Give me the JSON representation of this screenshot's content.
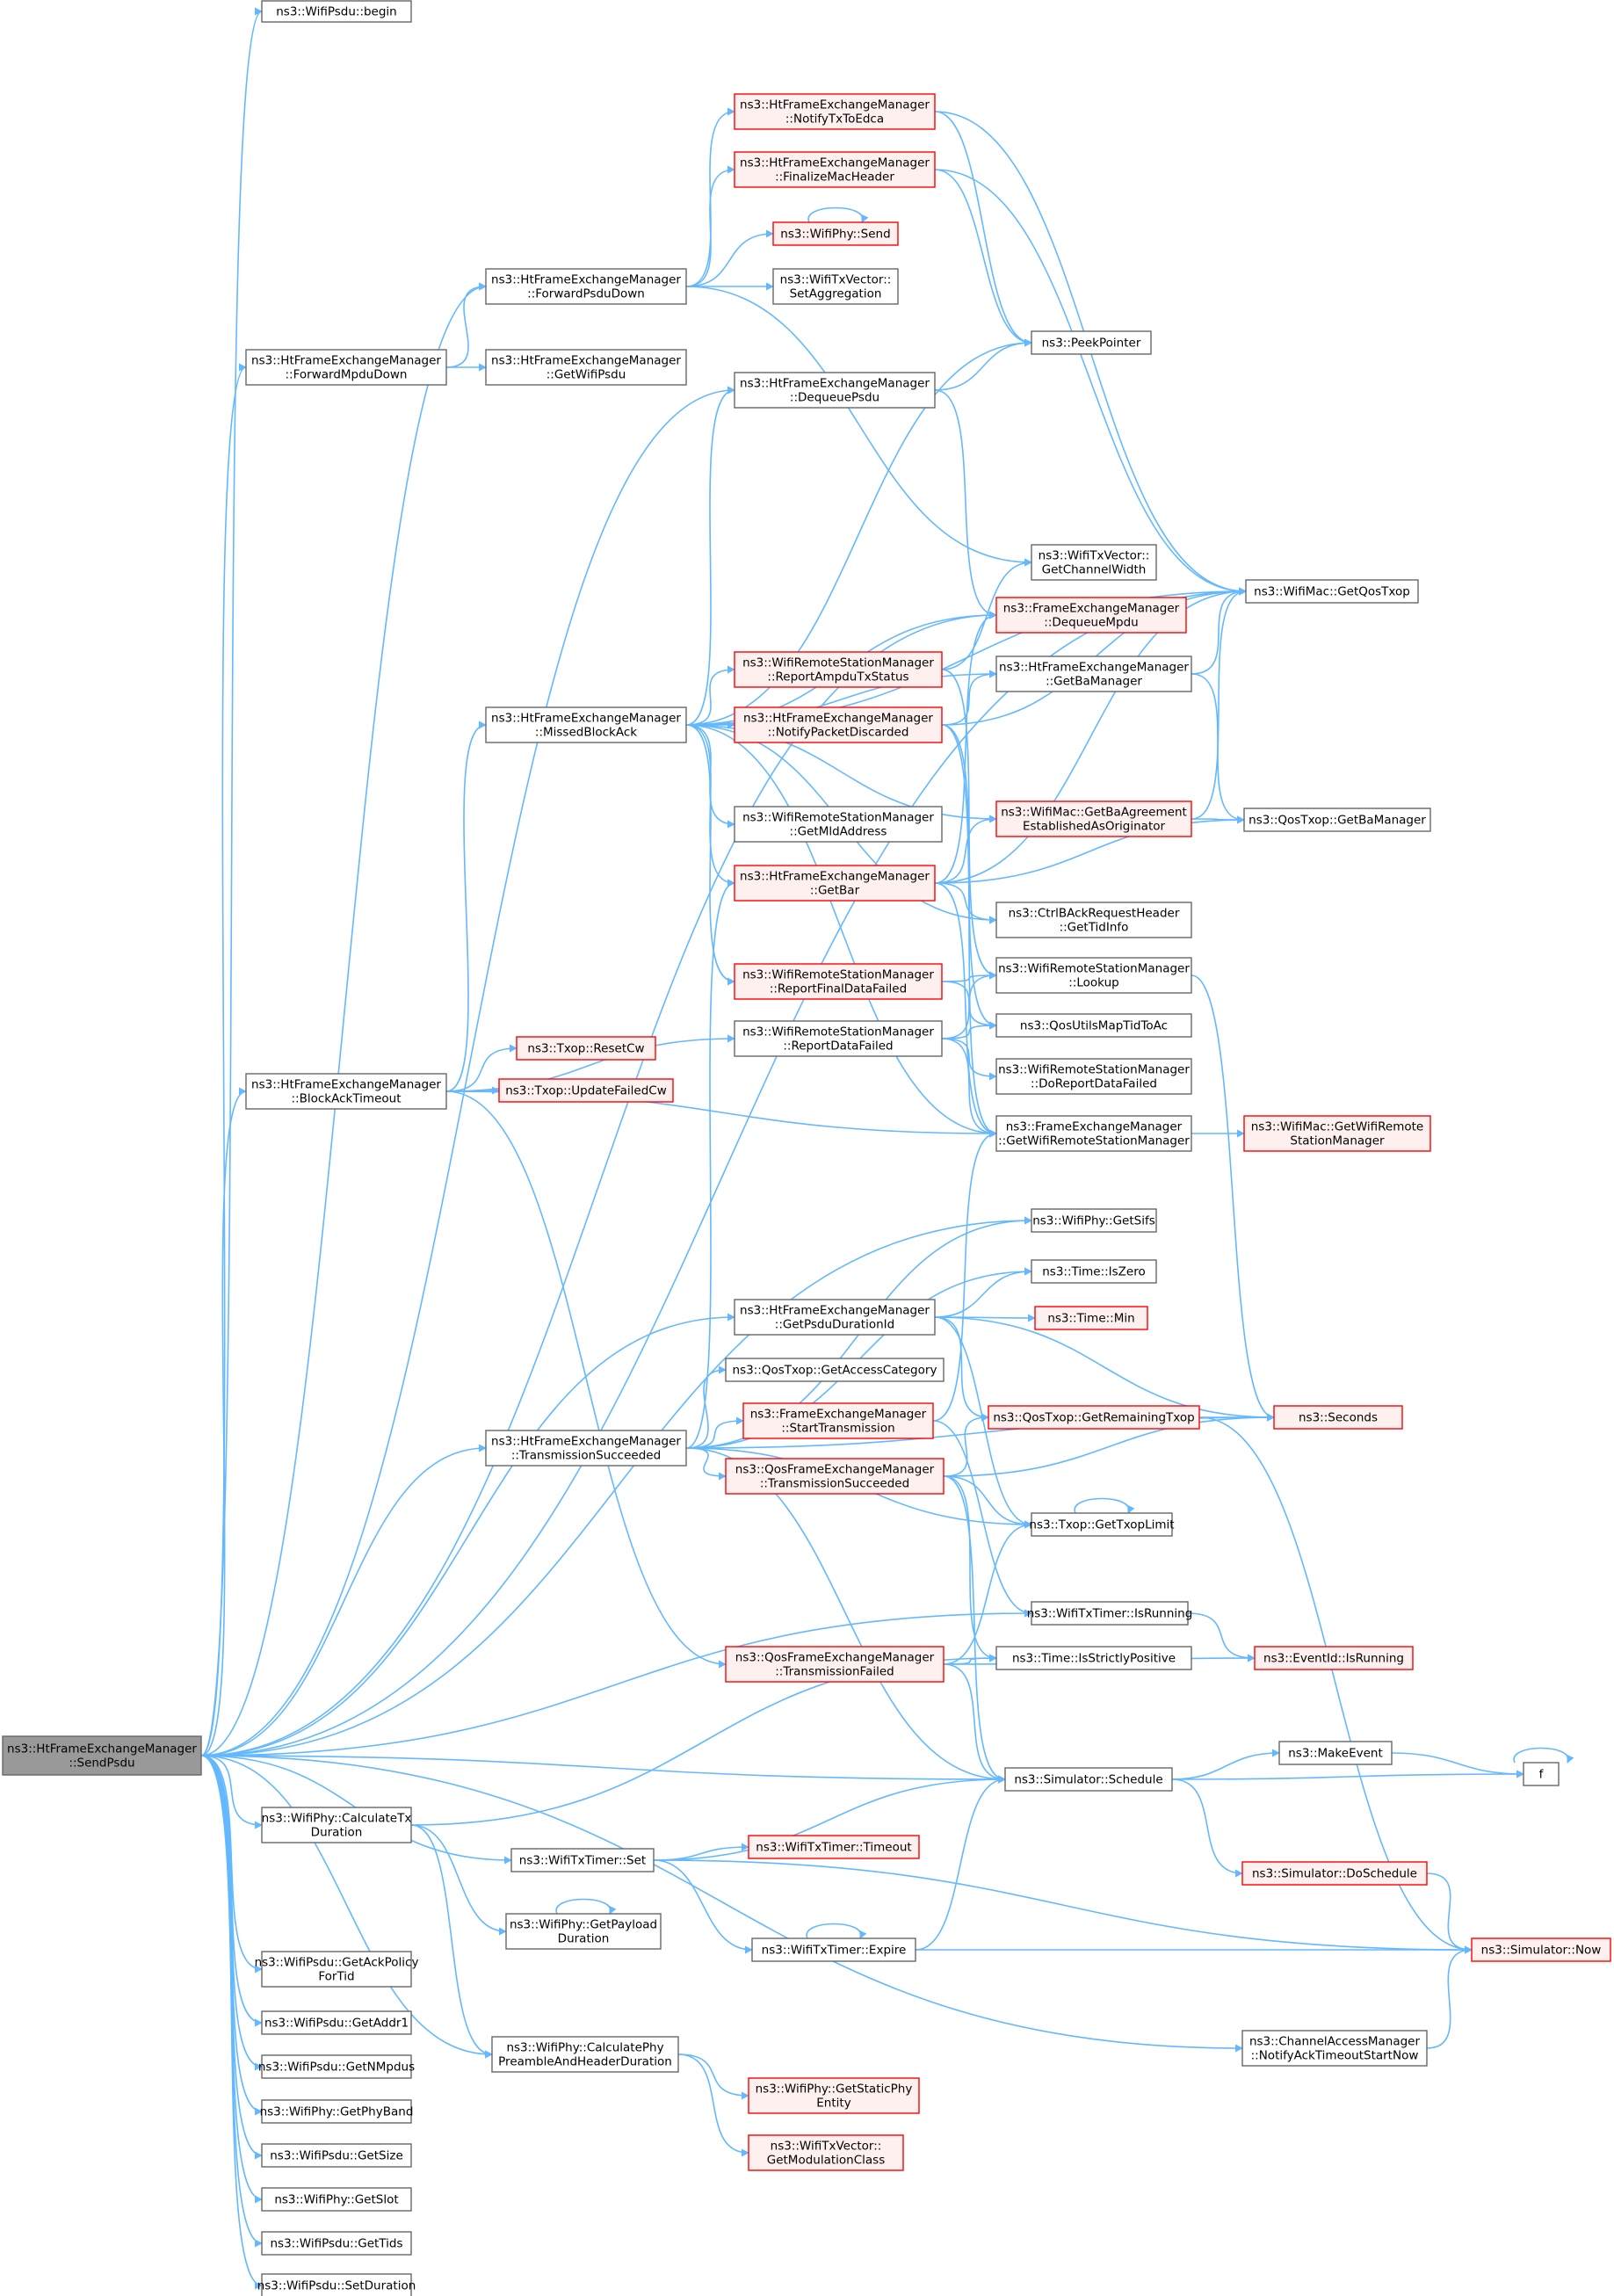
{
  "colors": {
    "edge": "#63b8ff",
    "node_border": "#666666",
    "node_border_red": "#ff0000",
    "node_fill_red": "#fff0f0",
    "root_fill": "#999999"
  },
  "nodes": {
    "sendpsdu": {
      "lines": [
        "ns3::HtFrameExchangeManager",
        "::SendPsdu"
      ],
      "style": "root"
    },
    "begin": {
      "lines": [
        "ns3::WifiPsdu::begin"
      ],
      "style": "normal"
    },
    "forwardpsdudown": {
      "lines": [
        "ns3::HtFrameExchangeManager",
        "::ForwardPsduDown"
      ],
      "style": "normal"
    },
    "forwardmpdudown": {
      "lines": [
        "ns3::HtFrameExchangeManager",
        "::ForwardMpduDown"
      ],
      "style": "normal"
    },
    "getwifipsdu": {
      "lines": [
        "ns3::HtFrameExchangeManager",
        "::GetWifiPsdu"
      ],
      "style": "normal"
    },
    "notifytxtoedca": {
      "lines": [
        "ns3::HtFrameExchangeManager",
        "::NotifyTxToEdca"
      ],
      "style": "red"
    },
    "finalizemacheader": {
      "lines": [
        "ns3::HtFrameExchangeManager",
        "::FinalizeMacHeader"
      ],
      "style": "red"
    },
    "wifiphysend": {
      "lines": [
        "ns3::WifiPhy::Send"
      ],
      "style": "red"
    },
    "setaggregation": {
      "lines": [
        "ns3::WifiTxVector::",
        "SetAggregation"
      ],
      "style": "normal"
    },
    "peekpointer": {
      "lines": [
        "ns3::PeekPointer"
      ],
      "style": "normal"
    },
    "dequeuepsdu": {
      "lines": [
        "ns3::HtFrameExchangeManager",
        "::DequeuePsdu"
      ],
      "style": "normal"
    },
    "getchannelwidth": {
      "lines": [
        "ns3::WifiTxVector::",
        "GetChannelWidth"
      ],
      "style": "normal"
    },
    "dequeuempdu": {
      "lines": [
        "ns3::FrameExchangeManager",
        "::DequeueMpdu"
      ],
      "style": "red"
    },
    "getqostxop": {
      "lines": [
        "ns3::WifiMac::GetQosTxop"
      ],
      "style": "normal"
    },
    "reportampdutxstatus": {
      "lines": [
        "ns3::WifiRemoteStationManager",
        "::ReportAmpduTxStatus"
      ],
      "style": "red"
    },
    "htgetbamanager": {
      "lines": [
        "ns3::HtFrameExchangeManager",
        "::GetBaManager"
      ],
      "style": "normal"
    },
    "missedblockack": {
      "lines": [
        "ns3::HtFrameExchangeManager",
        "::MissedBlockAck"
      ],
      "style": "normal"
    },
    "notifypacketdiscarded": {
      "lines": [
        "ns3::HtFrameExchangeManager",
        "::NotifyPacketDiscarded"
      ],
      "style": "red"
    },
    "getbaagreement": {
      "lines": [
        "ns3::WifiMac::GetBaAgreement",
        "EstablishedAsOriginator"
      ],
      "style": "red"
    },
    "qosgetbamanager": {
      "lines": [
        "ns3::QosTxop::GetBaManager"
      ],
      "style": "normal"
    },
    "getmldaddress": {
      "lines": [
        "ns3::WifiRemoteStationManager",
        "::GetMldAddress"
      ],
      "style": "normal"
    },
    "getbar": {
      "lines": [
        "ns3::HtFrameExchangeManager",
        "::GetBar"
      ],
      "style": "red"
    },
    "gettidinfo": {
      "lines": [
        "ns3::CtrlBAckRequestHeader",
        "::GetTidInfo"
      ],
      "style": "normal"
    },
    "reportfinaldatafailed": {
      "lines": [
        "ns3::WifiRemoteStationManager",
        "::ReportFinalDataFailed"
      ],
      "style": "red"
    },
    "lookup": {
      "lines": [
        "ns3::WifiRemoteStationManager",
        "::Lookup"
      ],
      "style": "normal"
    },
    "qosutilsmaptidtoac": {
      "lines": [
        "ns3::QosUtilsMapTidToAc"
      ],
      "style": "normal"
    },
    "reportdatafailed": {
      "lines": [
        "ns3::WifiRemoteStationManager",
        "::ReportDataFailed"
      ],
      "style": "normal"
    },
    "blockacktimeout": {
      "lines": [
        "ns3::HtFrameExchangeManager",
        "::BlockAckTimeout"
      ],
      "style": "normal"
    },
    "resetcw": {
      "lines": [
        "ns3::Txop::ResetCw"
      ],
      "style": "red"
    },
    "updatefailedcw": {
      "lines": [
        "ns3::Txop::UpdateFailedCw"
      ],
      "style": "red"
    },
    "doreportdatafailed": {
      "lines": [
        "ns3::WifiRemoteStationManager",
        "::DoReportDataFailed"
      ],
      "style": "normal"
    },
    "getwifiremotestationmanager": {
      "lines": [
        "ns3::FrameExchangeManager",
        "::GetWifiRemoteStationManager"
      ],
      "style": "normal"
    },
    "macgetwifiremote": {
      "lines": [
        "ns3::WifiMac::GetWifiRemote",
        "StationManager"
      ],
      "style": "red"
    },
    "getsifs": {
      "lines": [
        "ns3::WifiPhy::GetSifs"
      ],
      "style": "normal"
    },
    "iszero": {
      "lines": [
        "ns3::Time::IsZero"
      ],
      "style": "normal"
    },
    "getpsdudurationid": {
      "lines": [
        "ns3::HtFrameExchangeManager",
        "::GetPsduDurationId"
      ],
      "style": "normal"
    },
    "timemin": {
      "lines": [
        "ns3::Time::Min"
      ],
      "style": "red"
    },
    "getaccesscategory": {
      "lines": [
        "ns3::QosTxop::GetAccessCategory"
      ],
      "style": "normal"
    },
    "starttransmission": {
      "lines": [
        "ns3::FrameExchangeManager",
        "::StartTransmission"
      ],
      "style": "red"
    },
    "getremainingtxop": {
      "lines": [
        "ns3::QosTxop::GetRemainingTxop"
      ],
      "style": "red"
    },
    "seconds": {
      "lines": [
        "ns3::Seconds"
      ],
      "style": "red"
    },
    "httransmissionsucceeded": {
      "lines": [
        "ns3::HtFrameExchangeManager",
        "::TransmissionSucceeded"
      ],
      "style": "normal"
    },
    "qostransmissionsucceeded": {
      "lines": [
        "ns3::QosFrameExchangeManager",
        "::TransmissionSucceeded"
      ],
      "style": "red"
    },
    "gettxoplimit": {
      "lines": [
        "ns3::Txop::GetTxopLimit"
      ],
      "style": "normal"
    },
    "txtimerisrunning": {
      "lines": [
        "ns3::WifiTxTimer::IsRunning"
      ],
      "style": "normal"
    },
    "qostransmissionfailed": {
      "lines": [
        "ns3::QosFrameExchangeManager",
        "::TransmissionFailed"
      ],
      "style": "red"
    },
    "isstrictlypositive": {
      "lines": [
        "ns3::Time::IsStrictlyPositive"
      ],
      "style": "normal"
    },
    "eventidisrunning": {
      "lines": [
        "ns3::EventId::IsRunning"
      ],
      "style": "red"
    },
    "makeevent": {
      "lines": [
        "ns3::MakeEvent"
      ],
      "style": "normal"
    },
    "f": {
      "lines": [
        "f"
      ],
      "style": "normal"
    },
    "schedule": {
      "lines": [
        "ns3::Simulator::Schedule"
      ],
      "style": "normal"
    },
    "calculatetxduration": {
      "lines": [
        "ns3::WifiPhy::CalculateTx",
        "Duration"
      ],
      "style": "normal"
    },
    "txtimerset": {
      "lines": [
        "ns3::WifiTxTimer::Set"
      ],
      "style": "normal"
    },
    "timeout": {
      "lines": [
        "ns3::WifiTxTimer::Timeout"
      ],
      "style": "red"
    },
    "doschedule": {
      "lines": [
        "ns3::Simulator::DoSchedule"
      ],
      "style": "red"
    },
    "getpayloadduration": {
      "lines": [
        "ns3::WifiPhy::GetPayload",
        "Duration"
      ],
      "style": "normal"
    },
    "expire": {
      "lines": [
        "ns3::WifiTxTimer::Expire"
      ],
      "style": "normal"
    },
    "now": {
      "lines": [
        "ns3::Simulator::Now"
      ],
      "style": "red"
    },
    "getackpolicyfortid": {
      "lines": [
        "ns3::WifiPsdu::GetAckPolicy",
        "ForTid"
      ],
      "style": "normal"
    },
    "getaddr1": {
      "lines": [
        "ns3::WifiPsdu::GetAddr1"
      ],
      "style": "normal"
    },
    "notifyacktimeoutstartnow": {
      "lines": [
        "ns3::ChannelAccessManager",
        "::NotifyAckTimeoutStartNow"
      ],
      "style": "normal"
    },
    "getnmpdus": {
      "lines": [
        "ns3::WifiPsdu::GetNMpdus"
      ],
      "style": "normal"
    },
    "calculatephypreamble": {
      "lines": [
        "ns3::WifiPhy::CalculatePhy",
        "PreambleAndHeaderDuration"
      ],
      "style": "normal"
    },
    "getstaticphyentity": {
      "lines": [
        "ns3::WifiPhy::GetStaticPhy",
        "Entity"
      ],
      "style": "red"
    },
    "getphyband": {
      "lines": [
        "ns3::WifiPhy::GetPhyBand"
      ],
      "style": "normal"
    },
    "getmodulationclass": {
      "lines": [
        "ns3::WifiTxVector::",
        "GetModulationClass"
      ],
      "style": "red"
    },
    "getsize": {
      "lines": [
        "ns3::WifiPsdu::GetSize"
      ],
      "style": "normal"
    },
    "getslot": {
      "lines": [
        "ns3::WifiPhy::GetSlot"
      ],
      "style": "normal"
    },
    "gettids": {
      "lines": [
        "ns3::WifiPsdu::GetTids"
      ],
      "style": "normal"
    },
    "setduration": {
      "lines": [
        "ns3::WifiPsdu::SetDuration"
      ],
      "style": "normal"
    }
  },
  "edges": [
    [
      "sendpsdu",
      "begin"
    ],
    [
      "sendpsdu",
      "getqostxop"
    ],
    [
      "sendpsdu",
      "forwardpsdudown"
    ],
    [
      "sendpsdu",
      "forwardmpdudown"
    ],
    [
      "sendpsdu",
      "dequeuepsdu"
    ],
    [
      "sendpsdu",
      "dequeuempdu"
    ],
    [
      "sendpsdu",
      "blockacktimeout"
    ],
    [
      "sendpsdu",
      "getsifs"
    ],
    [
      "sendpsdu",
      "getpsdudurationid"
    ],
    [
      "sendpsdu",
      "httransmissionsucceeded"
    ],
    [
      "sendpsdu",
      "txtimerisrunning"
    ],
    [
      "sendpsdu",
      "schedule"
    ],
    [
      "sendpsdu",
      "calculatetxduration"
    ],
    [
      "sendpsdu",
      "txtimerset"
    ],
    [
      "sendpsdu",
      "getackpolicyfortid"
    ],
    [
      "sendpsdu",
      "getaddr1"
    ],
    [
      "sendpsdu",
      "notifyacktimeoutstartnow"
    ],
    [
      "sendpsdu",
      "getnmpdus"
    ],
    [
      "sendpsdu",
      "calculatephypreamble"
    ],
    [
      "sendpsdu",
      "getphyband"
    ],
    [
      "sendpsdu",
      "getsize"
    ],
    [
      "sendpsdu",
      "getslot"
    ],
    [
      "sendpsdu",
      "gettids"
    ],
    [
      "sendpsdu",
      "setduration"
    ],
    [
      "forwardmpdudown",
      "forwardpsdudown"
    ],
    [
      "forwardmpdudown",
      "getwifipsdu"
    ],
    [
      "forwardpsdudown",
      "notifytxtoedca"
    ],
    [
      "forwardpsdudown",
      "finalizemacheader"
    ],
    [
      "forwardpsdudown",
      "wifiphysend"
    ],
    [
      "forwardpsdudown",
      "setaggregation"
    ],
    [
      "forwardpsdudown",
      "getchannelwidth"
    ],
    [
      "notifytxtoedca",
      "peekpointer"
    ],
    [
      "notifytxtoedca",
      "getqostxop"
    ],
    [
      "finalizemacheader",
      "peekpointer"
    ],
    [
      "finalizemacheader",
      "getqostxop"
    ],
    [
      "wifiphysend",
      "wifiphysend"
    ],
    [
      "dequeuepsdu",
      "peekpointer"
    ],
    [
      "dequeuepsdu",
      "dequeuempdu"
    ],
    [
      "missedblockack",
      "dequeuepsdu"
    ],
    [
      "missedblockack",
      "peekpointer"
    ],
    [
      "missedblockack",
      "getqostxop"
    ],
    [
      "missedblockack",
      "dequeuempdu"
    ],
    [
      "missedblockack",
      "htgetbamanager"
    ],
    [
      "missedblockack",
      "reportampdutxstatus"
    ],
    [
      "missedblockack",
      "notifypacketdiscarded"
    ],
    [
      "missedblockack",
      "getbaagreement"
    ],
    [
      "missedblockack",
      "getmldaddress"
    ],
    [
      "missedblockack",
      "getbar"
    ],
    [
      "missedblockack",
      "gettidinfo"
    ],
    [
      "missedblockack",
      "reportfinaldatafailed"
    ],
    [
      "missedblockack",
      "getwifiremotestationmanager"
    ],
    [
      "reportampdutxstatus",
      "getchannelwidth"
    ],
    [
      "reportampdutxstatus",
      "lookup"
    ],
    [
      "htgetbamanager",
      "getqostxop"
    ],
    [
      "htgetbamanager",
      "qosgetbamanager"
    ],
    [
      "notifypacketdiscarded",
      "htgetbamanager"
    ],
    [
      "notifypacketdiscarded",
      "getqostxop"
    ],
    [
      "notifypacketdiscarded",
      "getwifiremotestationmanager"
    ],
    [
      "notifypacketdiscarded",
      "qosutilsmaptidtoac"
    ],
    [
      "getbaagreement",
      "qosgetbamanager"
    ],
    [
      "getbaagreement",
      "getqostxop"
    ],
    [
      "getbar",
      "dequeuempdu"
    ],
    [
      "getbar",
      "getqostxop"
    ],
    [
      "getbar",
      "getbaagreement"
    ],
    [
      "getbar",
      "qosgetbamanager"
    ],
    [
      "getbar",
      "gettidinfo"
    ],
    [
      "getbar",
      "getwifiremotestationmanager"
    ],
    [
      "reportfinaldatafailed",
      "lookup"
    ],
    [
      "reportfinaldatafailed",
      "qosutilsmaptidtoac"
    ],
    [
      "reportdatafailed",
      "lookup"
    ],
    [
      "reportdatafailed",
      "qosutilsmaptidtoac"
    ],
    [
      "reportdatafailed",
      "doreportdatafailed"
    ],
    [
      "reportdatafailed",
      "getwifiremotestationmanager"
    ],
    [
      "lookup",
      "seconds"
    ],
    [
      "blockacktimeout",
      "missedblockack"
    ],
    [
      "blockacktimeout",
      "reportdatafailed"
    ],
    [
      "blockacktimeout",
      "resetcw"
    ],
    [
      "blockacktimeout",
      "updatefailedcw"
    ],
    [
      "blockacktimeout",
      "getwifiremotestationmanager"
    ],
    [
      "blockacktimeout",
      "qostransmissionfailed"
    ],
    [
      "getwifiremotestationmanager",
      "macgetwifiremote"
    ],
    [
      "getpsdudurationid",
      "iszero"
    ],
    [
      "getpsdudurationid",
      "timemin"
    ],
    [
      "getpsdudurationid",
      "seconds"
    ],
    [
      "getpsdudurationid",
      "getremainingtxop"
    ],
    [
      "getpsdudurationid",
      "gettxoplimit"
    ],
    [
      "httransmissionsucceeded",
      "getbar"
    ],
    [
      "httransmissionsucceeded",
      "getsifs"
    ],
    [
      "httransmissionsucceeded",
      "iszero"
    ],
    [
      "httransmissionsucceeded",
      "getaccesscategory"
    ],
    [
      "httransmissionsucceeded",
      "starttransmission"
    ],
    [
      "httransmissionsucceeded",
      "qostransmissionsucceeded"
    ],
    [
      "httransmissionsucceeded",
      "gettxoplimit"
    ],
    [
      "httransmissionsucceeded",
      "seconds"
    ],
    [
      "httransmissionsucceeded",
      "schedule"
    ],
    [
      "starttransmission",
      "getwifiremotestationmanager"
    ],
    [
      "starttransmission",
      "txtimerisrunning"
    ],
    [
      "qostransmissionsucceeded",
      "getremainingtxop"
    ],
    [
      "qostransmissionsucceeded",
      "seconds"
    ],
    [
      "qostransmissionsucceeded",
      "gettxoplimit"
    ],
    [
      "qostransmissionsucceeded",
      "isstrictlypositive"
    ],
    [
      "qostransmissionsucceeded",
      "schedule"
    ],
    [
      "getremainingtxop",
      "seconds"
    ],
    [
      "getremainingtxop",
      "now"
    ],
    [
      "gettxoplimit",
      "gettxoplimit"
    ],
    [
      "txtimerisrunning",
      "eventidisrunning"
    ],
    [
      "qostransmissionfailed",
      "gettxoplimit"
    ],
    [
      "qostransmissionfailed",
      "isstrictlypositive"
    ],
    [
      "qostransmissionfailed",
      "eventidisrunning"
    ],
    [
      "qostransmissionfailed",
      "schedule"
    ],
    [
      "schedule",
      "makeevent"
    ],
    [
      "schedule",
      "f"
    ],
    [
      "schedule",
      "doschedule"
    ],
    [
      "makeevent",
      "f"
    ],
    [
      "f",
      "f"
    ],
    [
      "doschedule",
      "now"
    ],
    [
      "calculatetxduration",
      "isstrictlypositive"
    ],
    [
      "calculatetxduration",
      "getpayloadduration"
    ],
    [
      "calculatetxduration",
      "calculatephypreamble"
    ],
    [
      "txtimerset",
      "timeout"
    ],
    [
      "txtimerset",
      "schedule"
    ],
    [
      "txtimerset",
      "expire"
    ],
    [
      "txtimerset",
      "now"
    ],
    [
      "getpayloadduration",
      "getpayloadduration"
    ],
    [
      "expire",
      "expire"
    ],
    [
      "expire",
      "schedule"
    ],
    [
      "expire",
      "now"
    ],
    [
      "notifyacktimeoutstartnow",
      "now"
    ],
    [
      "calculatephypreamble",
      "getstaticphyentity"
    ],
    [
      "calculatephypreamble",
      "getmodulationclass"
    ]
  ]
}
